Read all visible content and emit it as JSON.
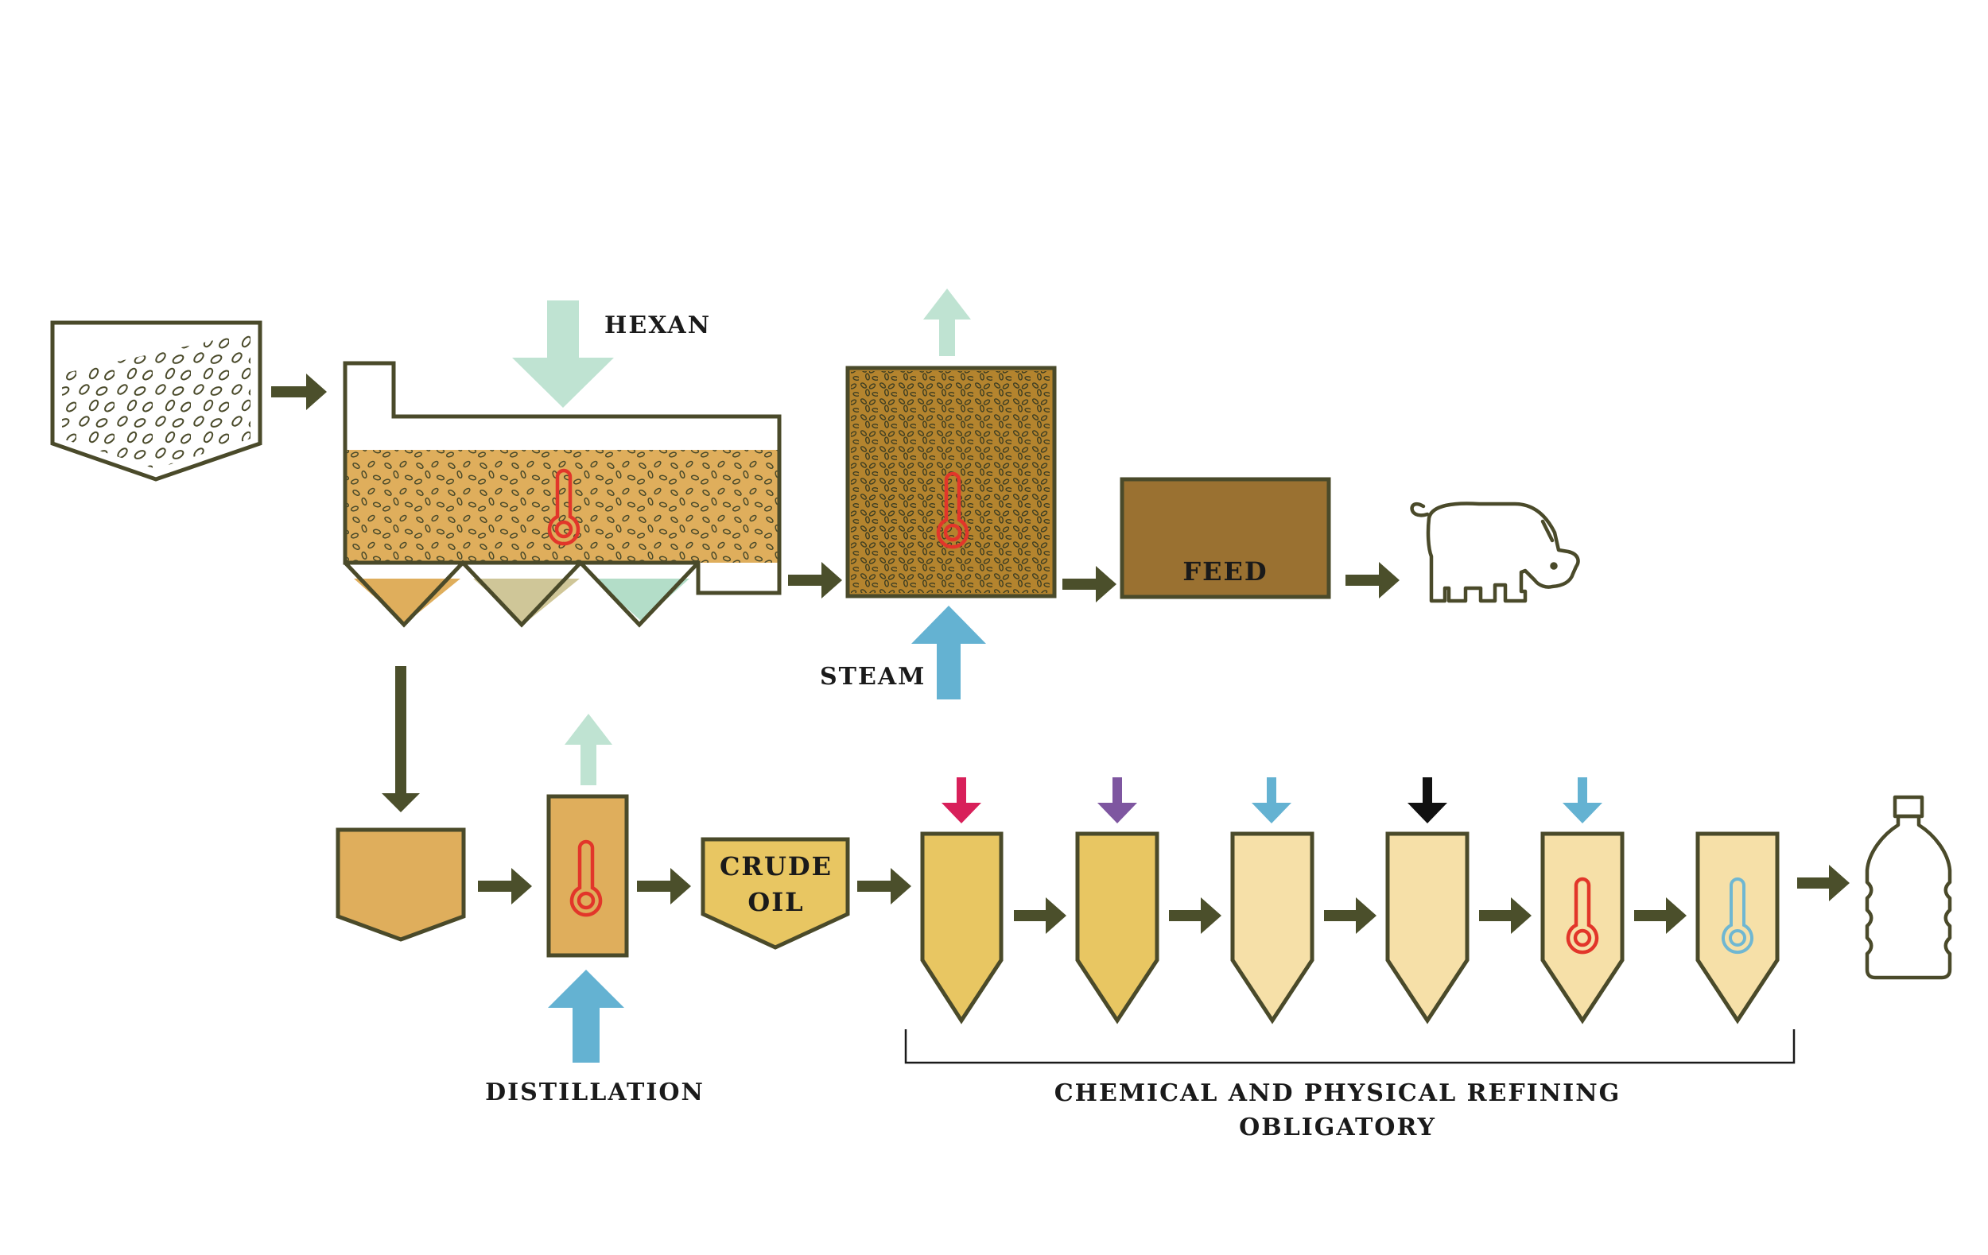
{
  "labels": {
    "hexan": "HEXAN",
    "steam": "STEAM",
    "feed": "FEED",
    "crude_line1": "CRUDE",
    "crude_line2": "OIL",
    "distillation": "DISTILLATION",
    "refining_line1": "CHEMICAL AND PHYSICAL REFINING",
    "refining_line2": "OBLIGATORY"
  },
  "colors": {
    "outline": "#4a4a2a",
    "flow_arrow": "#4b4f2b",
    "hexan_green": "#bfe3d2",
    "steam_blue": "#64b2d2",
    "meal_tan": "#dfae5c",
    "desolventizer_brown": "#b4842e",
    "feed_brown": "#9a7131",
    "oil_yellow": "#e8c662",
    "oil_pale": "#f6e0a8",
    "hopper_sage": "#cfc698",
    "hopper_mint": "#b3ddc8",
    "thermo_red": "#e2362a",
    "thermo_blue": "#6fb7d2",
    "reagent_crimson": "#d8205a",
    "reagent_purple": "#7e56a0",
    "reagent_black": "#111111"
  },
  "icons": {
    "seeds": "seed-bin-icon",
    "animal": "pig-icon",
    "thermometer": "thermometer-icon",
    "product": "oil-bottle-icon"
  }
}
